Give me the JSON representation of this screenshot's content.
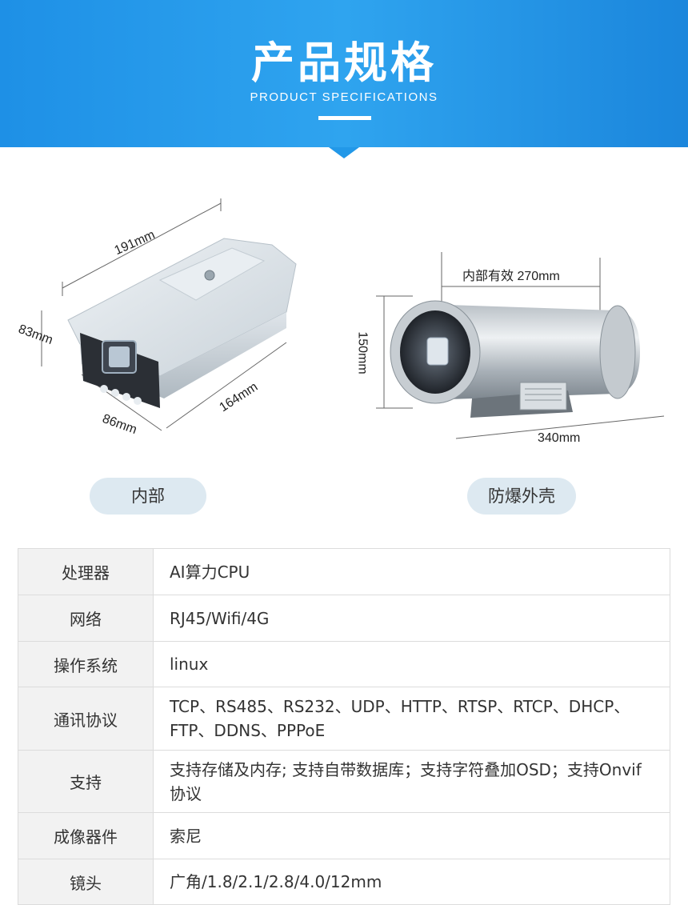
{
  "header": {
    "title": "产品规格",
    "subtitle": "PRODUCT SPECIFICATIONS"
  },
  "products": [
    {
      "caption": "内部",
      "dimensions": {
        "length": "191mm",
        "height": "83mm",
        "width": "86mm",
        "depth": "164mm"
      }
    },
    {
      "caption": "防爆外壳",
      "dimensions": {
        "inner_label": "内部有效",
        "inner": "270mm",
        "height": "150mm",
        "length": "340mm"
      }
    }
  ],
  "specs": [
    {
      "key": "处理器",
      "value": "AI算力CPU"
    },
    {
      "key": "网络",
      "value": "RJ45/Wifi/4G"
    },
    {
      "key": "操作系统",
      "value": "linux"
    },
    {
      "key": "通讯协议",
      "value": "TCP、RS485、RS232、UDP、HTTP、RTSP、RTCP、DHCP、FTP、DDNS、PPPoE"
    },
    {
      "key": "支持",
      "value": "支持存储及内存; 支持自带数据库；支持字符叠加OSD；支持Onvif协议"
    },
    {
      "key": "成像器件",
      "value": "索尼"
    },
    {
      "key": "镜头",
      "value": "广角/1.8/2.1/2.8/4.0/12mm"
    }
  ],
  "colors": {
    "banner": "#2298e8",
    "pill": "#dde9f1",
    "key_cell": "#f2f2f2"
  }
}
